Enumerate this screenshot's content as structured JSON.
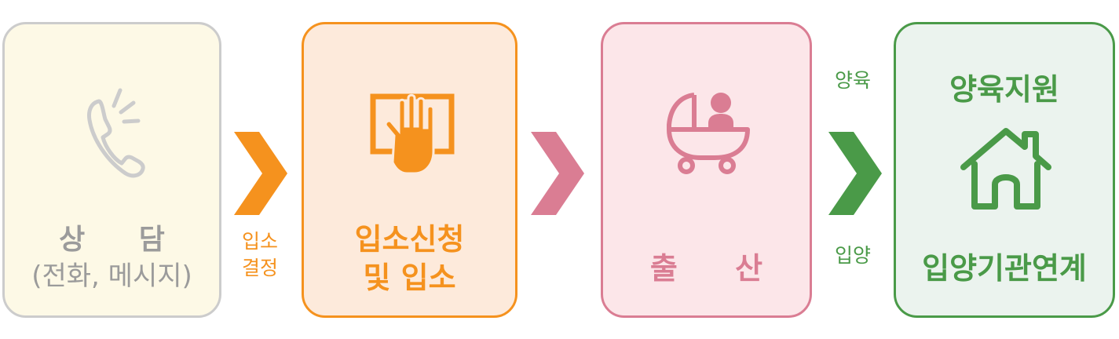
{
  "steps": [
    {
      "title": "상 담",
      "subtitle": "(전화, 메시지)",
      "icon": "phone-icon",
      "color": "#cccccc",
      "bg": "#fdf9e6",
      "text_color": "#9b9b9b"
    },
    {
      "title_line1": "입소신청",
      "title_line2": "및 입소",
      "icon": "hand-tablet-icon",
      "color": "#f5921e",
      "bg": "#fdeadb"
    },
    {
      "title": "출 산",
      "icon": "baby-stroller-icon",
      "color": "#da7d93",
      "bg": "#fce6e9"
    },
    {
      "title_top": "양육지원",
      "title_bottom": "입양기관연계",
      "icon": "house-icon",
      "color": "#4a9a48",
      "bg": "#ebf3ee"
    }
  ],
  "connectors": [
    {
      "label": "입소\n결정",
      "color": "#f5921e"
    },
    {
      "label": "",
      "color": "#da7d93"
    },
    {
      "label_top": "양육",
      "label_bottom": "입양",
      "color": "#4a9a48"
    }
  ]
}
